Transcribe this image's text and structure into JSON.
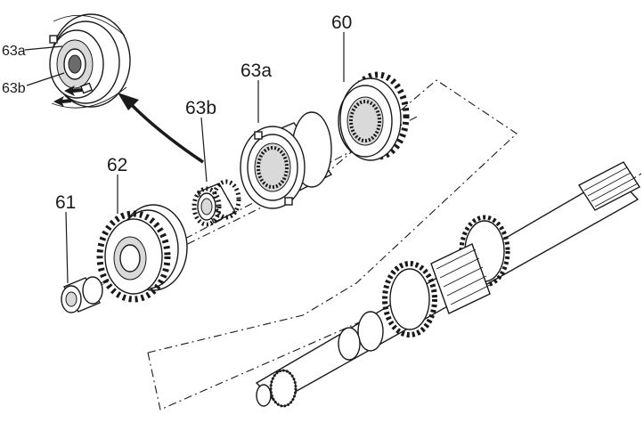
{
  "callouts": {
    "part_60": "60",
    "part_61": "61",
    "part_62": "62",
    "part_63a": "63a",
    "part_63b": "63b",
    "inset_63a": "63a",
    "inset_63b": "63b"
  },
  "colors": {
    "ink": "#1a1a1a",
    "shade": "#d9d9d9",
    "background": "#ffffff"
  }
}
